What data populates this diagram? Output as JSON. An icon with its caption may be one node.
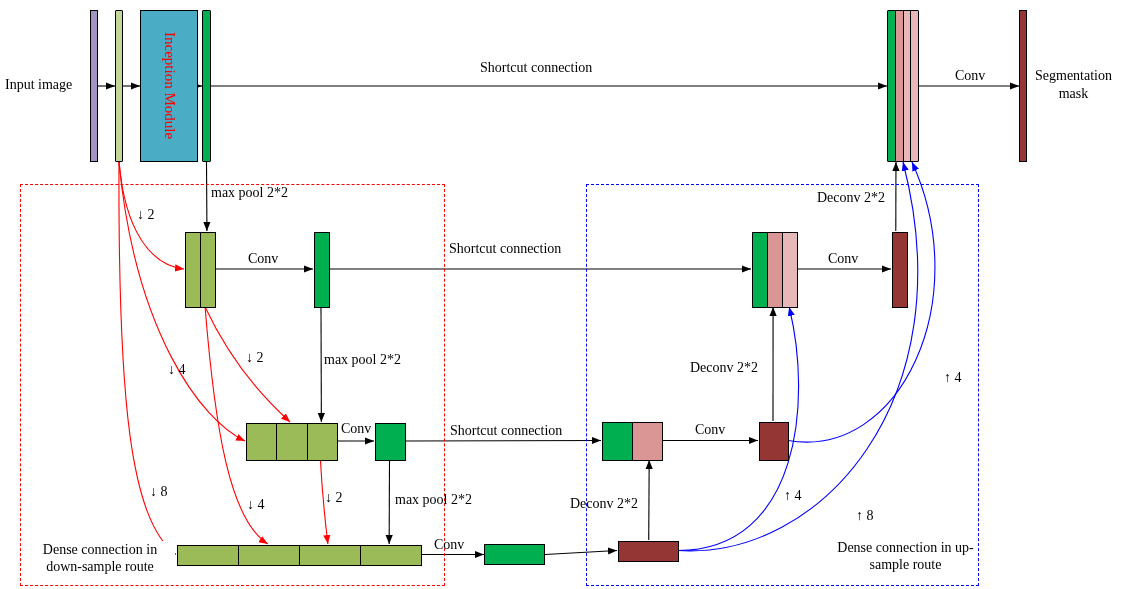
{
  "diagram": {
    "nodes": [
      {
        "text": [
          "Input image"
        ]
      },
      {
        "text": [],
        "shape": "bar"
      },
      {
        "text": [
          "Inception Module"
        ]
      },
      {
        "text": [],
        "shape": "bar"
      },
      {
        "text": [],
        "shape": "bar"
      },
      {
        "text": [
          "Segmentation mask"
        ]
      },
      {
        "text": [
          "Dense connection in down-sample route"
        ]
      },
      {
        "text": [],
        "shape": "box",
        "in": 6
      },
      {
        "text": [],
        "shape": "box",
        "in": 6
      },
      {
        "text": [],
        "shape": "box",
        "in": 6
      },
      {
        "text": [],
        "shape": "box",
        "in": 6
      },
      {
        "text": [],
        "shape": "box",
        "in": 6
      },
      {
        "text": [],
        "shape": "box"
      },
      {
        "text": [
          "Dense connection in up-sample route"
        ]
      },
      {
        "text": [],
        "shape": "box",
        "in": 13
      },
      {
        "text": [],
        "shape": "box",
        "in": 13
      },
      {
        "text": [],
        "shape": "box",
        "in": 13
      },
      {
        "text": [],
        "shape": "box",
        "in": 13
      },
      {
        "text": [],
        "shape": "box",
        "in": 13
      }
    ],
    "edges": [
      {
        "from": 0,
        "to": 1,
        "arrow": "to"
      },
      {
        "from": 1,
        "to": 2,
        "arrow": "to"
      },
      {
        "from": 2,
        "to": 3,
        "arrow": "to"
      },
      {
        "from": 3,
        "to": 4,
        "arrow": "to",
        "label": "Shortcut connection"
      },
      {
        "from": 4,
        "to": 5,
        "arrow": "to",
        "label": "Conv"
      },
      {
        "from": 3,
        "to": 7,
        "arrow": "to",
        "label": "max pool 2*2"
      },
      {
        "from": 1,
        "to": 7,
        "arrow": "to",
        "label": "↓ 2",
        "color": "#ff0000"
      },
      {
        "from": 1,
        "to": 9,
        "arrow": "to",
        "label": "↓ 4",
        "color": "#ff0000"
      },
      {
        "from": 1,
        "to": 11,
        "arrow": "to",
        "label": "↓ 8",
        "color": "#ff0000"
      },
      {
        "from": 7,
        "to": 8,
        "arrow": "to",
        "label": "Conv"
      },
      {
        "from": 8,
        "to": 14,
        "arrow": "to",
        "label": "Shortcut connection"
      },
      {
        "from": 8,
        "to": 9,
        "arrow": "to",
        "label": "max pool 2*2"
      },
      {
        "from": 7,
        "to": 9,
        "arrow": "to",
        "label": "↓ 2",
        "color": "#ff0000"
      },
      {
        "from": 7,
        "to": 11,
        "arrow": "to",
        "label": "↓ 4",
        "color": "#ff0000"
      },
      {
        "from": 9,
        "to": 10,
        "arrow": "to",
        "label": "Conv"
      },
      {
        "from": 10,
        "to": 16,
        "arrow": "to",
        "label": "Shortcut connection"
      },
      {
        "from": 10,
        "to": 11,
        "arrow": "to",
        "label": "max pool 2*2"
      },
      {
        "from": 9,
        "to": 11,
        "arrow": "to",
        "label": "↓ 2",
        "color": "#ff0000"
      },
      {
        "from": 11,
        "to": 12,
        "arrow": "to",
        "label": "Conv"
      },
      {
        "from": 12,
        "to": 18,
        "arrow": "to"
      },
      {
        "from": 18,
        "to": 16,
        "arrow": "to",
        "label": "Deconv 2*2"
      },
      {
        "from": 16,
        "to": 17,
        "arrow": "to",
        "label": "Conv"
      },
      {
        "from": 17,
        "to": 14,
        "arrow": "to",
        "label": "Deconv 2*2"
      },
      {
        "from": 17,
        "to": 4,
        "arrow": "to",
        "label": "↑ 4",
        "color": "#0000ff"
      },
      {
        "from": 18,
        "to": 14,
        "arrow": "to",
        "label": "↑ 4",
        "color": "#0000ff"
      },
      {
        "from": 18,
        "to": 4,
        "arrow": "to",
        "label": "↑ 8",
        "color": "#0000ff"
      },
      {
        "from": 14,
        "to": 15,
        "arrow": "to",
        "label": "Conv"
      },
      {
        "from": 15,
        "to": 4,
        "arrow": "to",
        "label": "Deconv 2*2"
      }
    ]
  }
}
